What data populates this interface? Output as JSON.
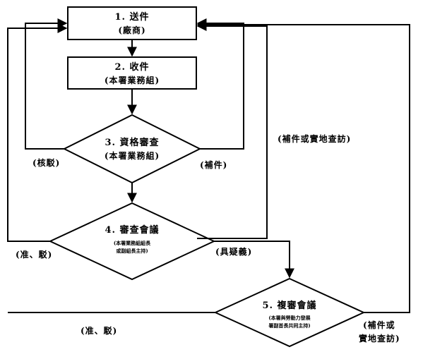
{
  "steps": {
    "s1": {
      "title": "1. 送件",
      "sub": "(廠商)"
    },
    "s2": {
      "title": "2. 收件",
      "sub": "(本署業務組)"
    },
    "s3": {
      "title": "3. 資格審查",
      "sub": "(本署業務組)"
    },
    "s4": {
      "title": "4. 審查會議",
      "sub1": "(本署業務組組長",
      "sub2": "或副組長主持)"
    },
    "s5": {
      "title": "5. 複審會議",
      "sub1": "(本署與勞動力發展",
      "sub2": "署副首長共同主持)"
    }
  },
  "edges": {
    "reject": "(核駁)",
    "supplement": "(補件)",
    "supplement_or_visit": "(補件或實地查訪)",
    "approve_reject_1": "(准、駁)",
    "doubt": "(具疑義)",
    "approve_reject_2": "(准、駁)",
    "supplement_or_2": "(補件或",
    "visit_2": "實地查訪)"
  }
}
